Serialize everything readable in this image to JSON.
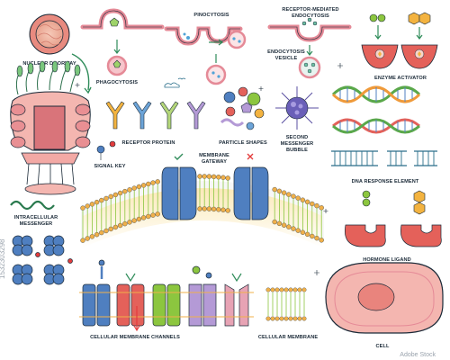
{
  "labels": {
    "nuclear_doorway": "NUCLEAR DOORWAY",
    "phagocytosis": "PHAGOCYTOSIS",
    "pinocytosis": "PINOCYTOSIS",
    "receptor_mediated_line1": "RECEPTOR-MEDIATED",
    "receptor_mediated_line2": "ENDOCYTOSIS",
    "endocytosis_vesicle_line1": "ENDOCYTOSIS",
    "endocytosis_vesicle_line2": "VESICLE",
    "enzyme_activator": "ENZYME ACTIVATOR",
    "receptor_protein": "RECEPTOR PROTEIN",
    "particle_shapes": "PARTICLE SHAPES",
    "second_messenger_line1": "SECOND",
    "second_messenger_line2": "MESSENGER",
    "second_messenger_line3": "BUBBLE",
    "signal_key": "SIGNAL KEY",
    "membrane_gateway_line1": "MEMBRANE",
    "membrane_gateway_line2": "GATEWAY",
    "dna_response_element": "DNA RESPONSE ELEMENT",
    "intracellular_line1": "INTRACELLULAR",
    "intracellular_line2": "MESSENGER",
    "hormone_ligand": "HORMONE LIGAND",
    "cellular_membrane_channels": "CELLULAR MEMBRANE CHANNELS",
    "cellular_membrane": "CELLULAR MEMBRANE",
    "cell": "CELL"
  },
  "watermark": {
    "id": "1532303298",
    "brand": "Adobe Stock"
  },
  "colors": {
    "ink": "#1b2a38",
    "membrane_head": "#f0b04a",
    "membrane_tail": "#8cc63f",
    "pink_cell": "#f2b3ad",
    "nucleus": "#e9847d",
    "blue_protein": "#4f7fc0",
    "dna_green": "#5aa84a",
    "dna_orange": "#ef9a3a",
    "pink_channel": "#e7a3b4",
    "purple_channel": "#b49ad6"
  }
}
